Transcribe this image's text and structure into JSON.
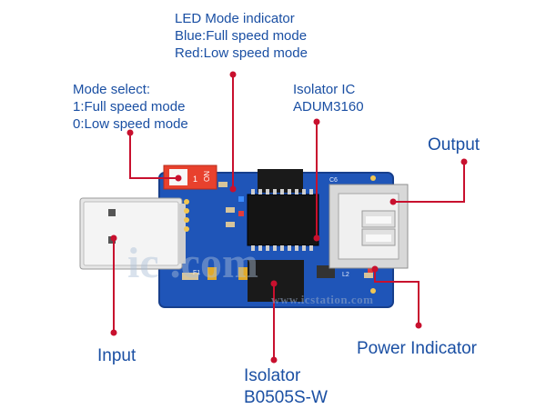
{
  "labels": {
    "led": [
      "LED Mode indicator",
      "Blue:Full speed mode",
      "Red:Low speed mode"
    ],
    "mode_select": [
      "Mode select:",
      "1:Full speed mode",
      "0:Low speed mode"
    ],
    "isolator_ic": [
      "Isolator IC",
      "ADUM3160"
    ],
    "output": "Output",
    "input": "Input",
    "power_indicator": "Power Indicator",
    "isolator_b": [
      "Isolator",
      "B0505S-W"
    ]
  },
  "switch_marks": {
    "one": "1",
    "on": "ON"
  },
  "silkscreen": {
    "c6": "C6",
    "f1": "F1",
    "l2": "L2"
  },
  "watermark": {
    "big": "ic   .com",
    "url": "www.icstation.com"
  },
  "colors": {
    "pcb": "#1f55b8",
    "callout": "#c8102e",
    "label": "#1a4fa3"
  }
}
